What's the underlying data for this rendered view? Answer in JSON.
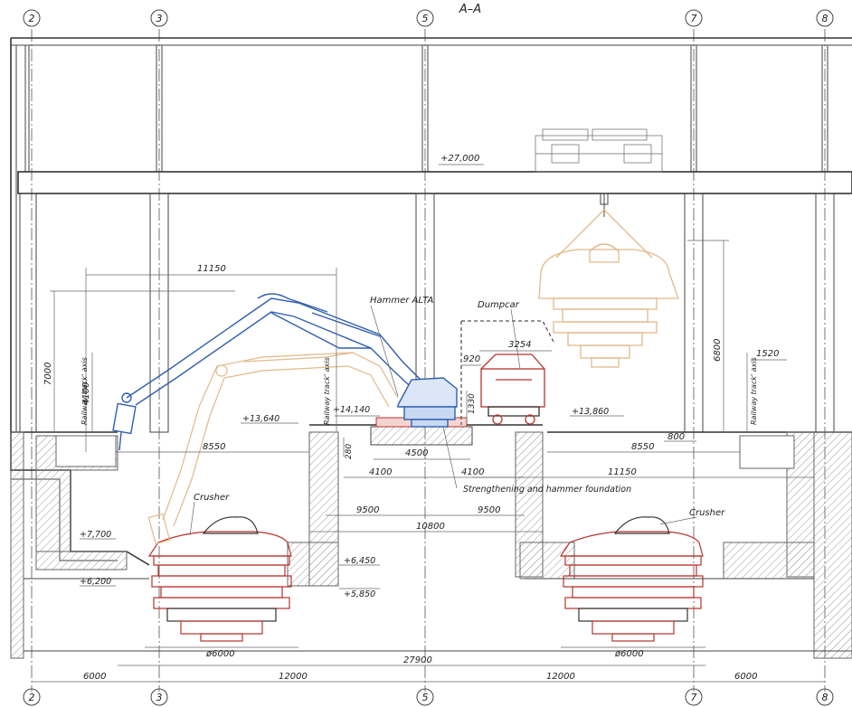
{
  "title": "A–A",
  "grid_axes": {
    "top": [
      "2",
      "3",
      "5",
      "7",
      "8"
    ],
    "bottom": [
      "2",
      "3",
      "5",
      "7",
      "8"
    ]
  },
  "elevations": {
    "roof": "+27,000",
    "left_floor": "+13,640",
    "hammer_base": "+14,140",
    "right_floor": "+13,860",
    "pit_left_upper": "+7,700",
    "pit_left_lower": "+6,200",
    "crusher_top": "+6,450",
    "crusher_base": "+5,850"
  },
  "labels": {
    "hammer": "Hammer ALTA",
    "dumpcar": "Dumpcar",
    "crusher_left": "Crusher",
    "crusher_right": "Crusher",
    "foundation": "Strengthening and hammer foundation",
    "rail_left": "Railway track' axis",
    "rail_mid": "Railway track' axis",
    "rail_right": "Railway track' axis"
  },
  "dimensions": {
    "reach": "11150",
    "h_left": "7000",
    "h_hammer": "4100",
    "left_span": "8550",
    "found_h": "280",
    "found_w": "4500",
    "found_l": "4100",
    "found_r": "4100",
    "pit_l": "9500",
    "pit_r": "9500",
    "pit_total": "10800",
    "car_w": "3254",
    "car_off": "920",
    "car_h": "1330",
    "h_right": "6800",
    "right_span": "8550",
    "right_edge": "800",
    "right_reach": "11150",
    "track": "1520",
    "d_left": "ø6000",
    "d_right": "ø6000",
    "total": "27900",
    "s1": "6000",
    "s2": "12000",
    "s3": "12000",
    "s4": "6000"
  },
  "colors": {
    "line": "#444444",
    "blue": "#2f5fb0",
    "orange": "#e2b98a",
    "red": "#b8332b",
    "hatch": "#888888"
  }
}
